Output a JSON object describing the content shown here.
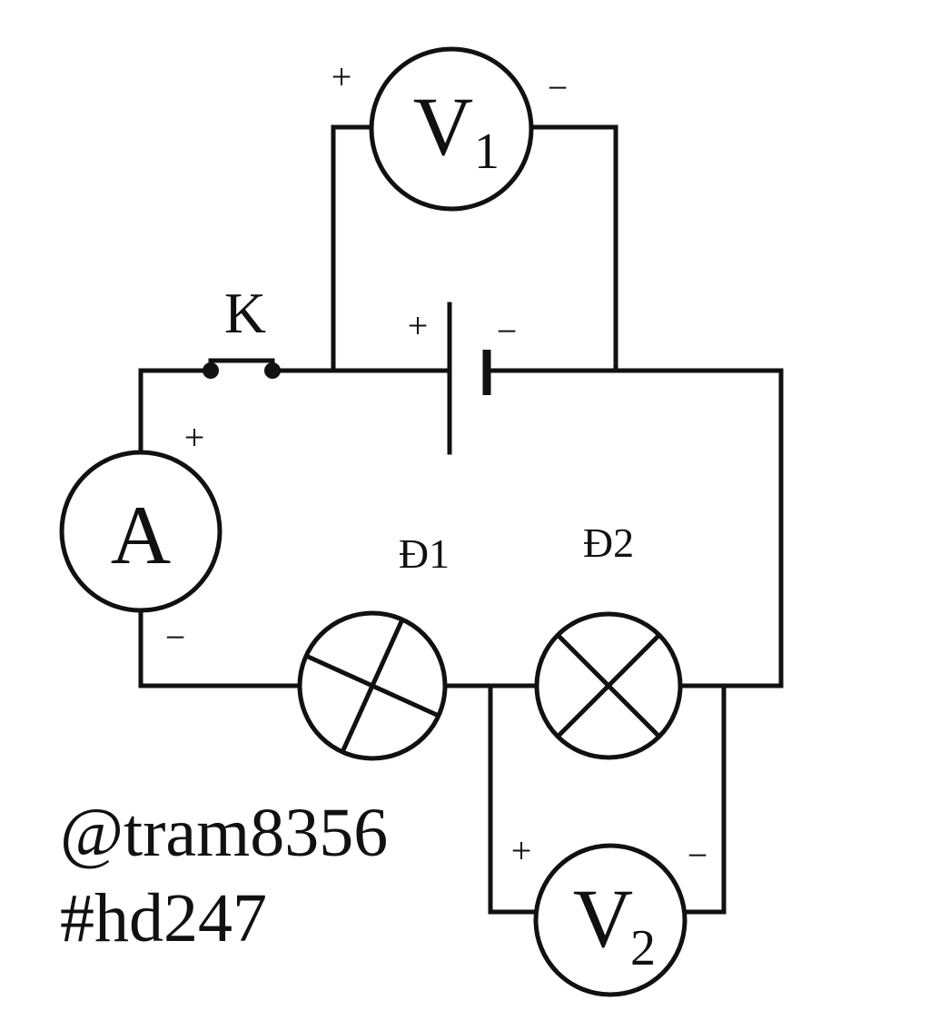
{
  "diagram": {
    "switch_label": "K",
    "ammeter": {
      "symbol": "A",
      "plus": "+",
      "minus": "−"
    },
    "voltmeter1": {
      "symbol": "V",
      "subscript": "1",
      "plus": "+",
      "minus": "−"
    },
    "voltmeter2": {
      "symbol": "V",
      "subscript": "2",
      "plus": "+",
      "minus": "−"
    },
    "battery": {
      "plus": "+",
      "minus": "−"
    },
    "lamp1": {
      "label": "Đ1"
    },
    "lamp2": {
      "label": "Đ2"
    }
  },
  "credit": {
    "handle": "@tram8356",
    "tag": "#hd247"
  },
  "colors": {
    "line": "#111111",
    "background": "#ffffff"
  }
}
